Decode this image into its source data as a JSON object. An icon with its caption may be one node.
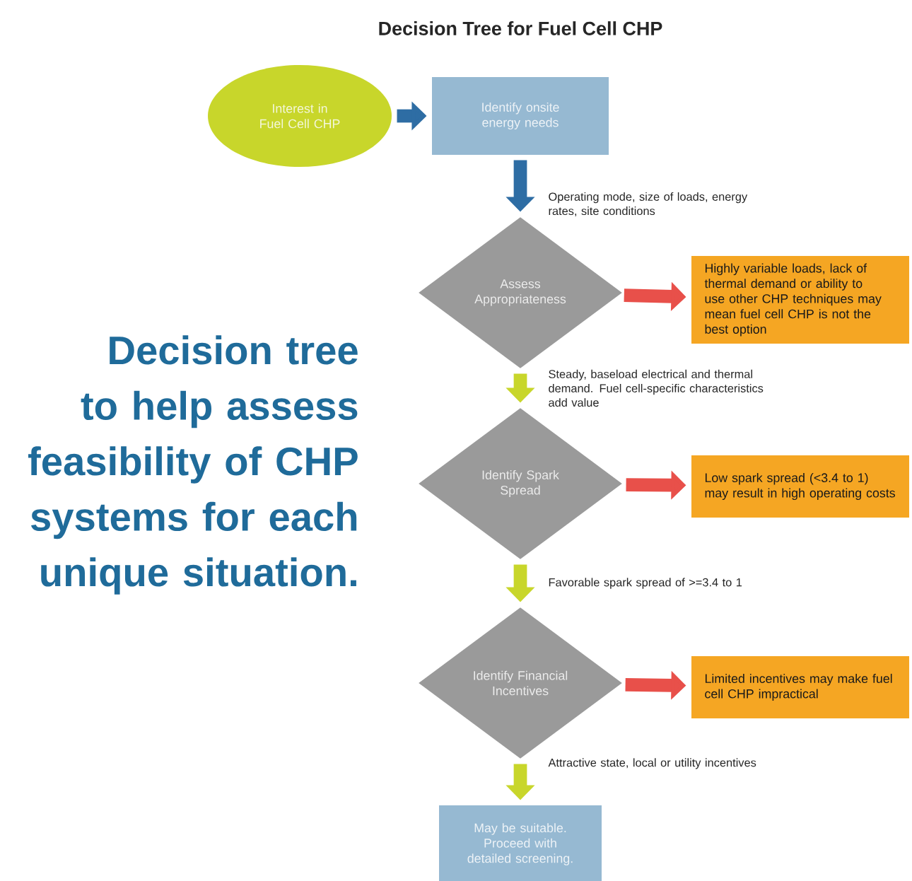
{
  "diagram": {
    "title": "Decision Tree for Fuel Cell CHP",
    "nodes": [
      {
        "text": [
          "Interest in Fuel Cell CHP"
        ]
      },
      {
        "text": [
          "Identify onsite energy needs"
        ]
      },
      {
        "text": [
          "Assess Appropriateness"
        ]
      },
      {
        "text": [
          "Highly variable loads, lack of thermal demand or ability to use other CHP techniques may mean fuel cell CHP is not the best option"
        ]
      },
      {
        "text": [
          "Identify Spark Spread"
        ]
      },
      {
        "text": [
          "Low spark spread (<3.4 to 1) may result in high operating costs"
        ]
      },
      {
        "text": [
          "Identify Financial Incentives"
        ]
      },
      {
        "text": [
          "Limited incentives may make fuel cell CHP impractical"
        ]
      },
      {
        "text": [
          "May be suitable. Proceed with detailed screening."
        ]
      }
    ],
    "edges": [
      {
        "from": 0,
        "to": 1,
        "arrow": "to",
        "color": "#2e6da4"
      },
      {
        "from": 1,
        "to": 2,
        "arrow": "to",
        "label": "Operating mode, size of loads, energy rates, site conditions",
        "color": "#2e6da4"
      },
      {
        "from": 2,
        "to": 3,
        "arrow": "to",
        "color": "#e8504a"
      },
      {
        "from": 2,
        "to": 4,
        "arrow": "to",
        "label": "Steady, baseload electrical and thermal demand. Fuel cell-specific characteristics add value",
        "color": "#c8d62b"
      },
      {
        "from": 4,
        "to": 5,
        "arrow": "to",
        "color": "#e8504a"
      },
      {
        "from": 4,
        "to": 6,
        "arrow": "to",
        "label": "Favorable spark spread of >=3.4 to 1",
        "color": "#c8d62b"
      },
      {
        "from": 6,
        "to": 7,
        "arrow": "to",
        "color": "#e8504a"
      },
      {
        "from": 6,
        "to": 8,
        "arrow": "to",
        "label": "Attractive state, local or utility incentives",
        "color": "#c8d62b"
      }
    ],
    "labels": [
      "Decision tree to help assess feasibility of CHP systems for each unique situation."
    ]
  }
}
